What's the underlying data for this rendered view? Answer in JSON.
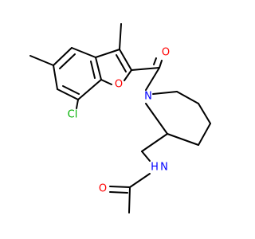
{
  "atom_labels": {
    "chlorine": "Cl",
    "ring_oxygen": "O",
    "carbonyl_oxygen": "O",
    "ring_nitrogen": "N",
    "amide_nitrogen": "N",
    "amide_hydrogen": "H",
    "acetyl_oxygen": "O"
  },
  "colors": {
    "bond": "#000000",
    "carbon_text": "#000000",
    "oxygen": "#ff0000",
    "nitrogen": "#0000ff",
    "chlorine": "#00b000",
    "background": "#ffffff"
  }
}
